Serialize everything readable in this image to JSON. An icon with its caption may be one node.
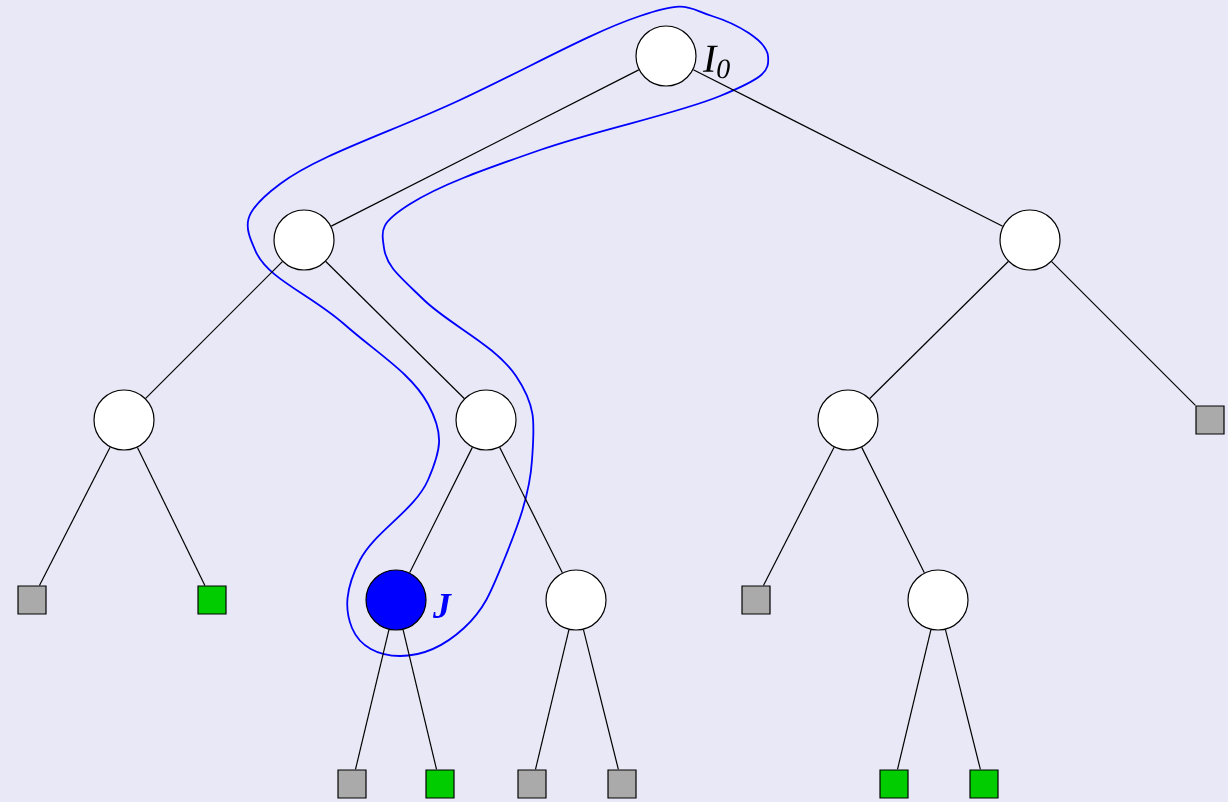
{
  "diagram": {
    "nodes": [
      {
        "text": [],
        "shape": "circle",
        "beside": [
          "I$_{0}$"
        ]
      },
      {
        "text": [],
        "shape": "circle"
      },
      {
        "text": [],
        "shape": "circle"
      },
      {
        "text": [],
        "shape": "circle"
      },
      {
        "text": [],
        "shape": "circle"
      },
      {
        "text": [],
        "shape": "circle"
      },
      {
        "text": [],
        "shape": "box"
      },
      {
        "text": [],
        "shape": "box"
      },
      {
        "text": [],
        "shape": "box"
      },
      {
        "text": [],
        "shape": "circle",
        "beside": [
          "J"
        ]
      },
      {
        "text": [],
        "shape": "circle"
      },
      {
        "text": [],
        "shape": "box"
      },
      {
        "text": [],
        "shape": "circle"
      },
      {
        "text": [],
        "shape": "box"
      },
      {
        "text": [],
        "shape": "box"
      },
      {
        "text": [],
        "shape": "box"
      },
      {
        "text": [],
        "shape": "box"
      },
      {
        "text": [],
        "shape": "box"
      },
      {
        "text": [],
        "shape": "box"
      }
    ],
    "edges": [
      {
        "from": 0,
        "to": 1,
        "arrow": "none"
      },
      {
        "from": 0,
        "to": 2,
        "arrow": "none"
      },
      {
        "from": 1,
        "to": 3,
        "arrow": "none"
      },
      {
        "from": 1,
        "to": 4,
        "arrow": "none"
      },
      {
        "from": 3,
        "to": 7,
        "arrow": "none"
      },
      {
        "from": 3,
        "to": 8,
        "arrow": "none"
      },
      {
        "from": 4,
        "to": 9,
        "arrow": "none"
      },
      {
        "from": 4,
        "to": 10,
        "arrow": "none"
      },
      {
        "from": 9,
        "to": 13,
        "arrow": "none"
      },
      {
        "from": 9,
        "to": 14,
        "arrow": "none"
      },
      {
        "from": 10,
        "to": 15,
        "arrow": "none"
      },
      {
        "from": 10,
        "to": 16,
        "arrow": "none"
      },
      {
        "from": 2,
        "to": 5,
        "arrow": "none"
      },
      {
        "from": 2,
        "to": 6,
        "arrow": "none"
      },
      {
        "from": 5,
        "to": 11,
        "arrow": "none"
      },
      {
        "from": 5,
        "to": 12,
        "arrow": "none"
      },
      {
        "from": 12,
        "to": 17,
        "arrow": "none"
      },
      {
        "from": 12,
        "to": 18,
        "arrow": "none"
      }
    ]
  }
}
